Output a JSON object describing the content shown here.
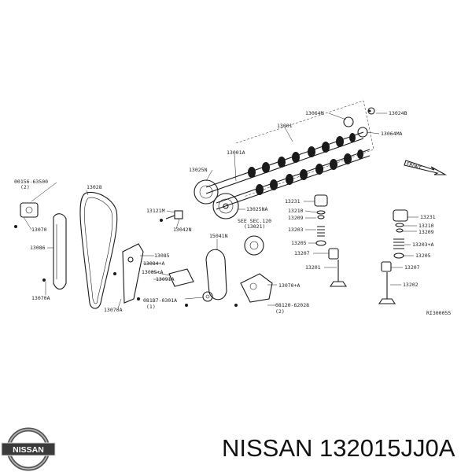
{
  "brand": "NISSAN",
  "caption": "NISSAN 132015JJ0A",
  "diagram_code": "RI300055",
  "front_label": "FRONT",
  "callouts": {
    "c13064m": "13064M",
    "c13024b": "13024B",
    "c13064ma": "13064MA",
    "c13001": "13001",
    "c13001a": "13001A",
    "c13025n": "13025N",
    "c13025na": "13025NA",
    "c00156": "00156-63500",
    "c00156q": "(2)",
    "c13028": "13028",
    "c13070": "13070",
    "c13086": "13086",
    "c13070a_l": "13070A",
    "c13070a_m": "13070A",
    "c13121m": "13121M",
    "c13042n": "13042N",
    "c13085": "13085",
    "c13085a": "13085+A",
    "c13091a": "13091A",
    "c13084a": "13084+A",
    "c081b7": "081B7-0301A",
    "c081b7q": "(1)",
    "c15041n": "15041N",
    "c_see": "SEE SEC.120",
    "c_see2": "(13021)",
    "c13070pa": "13070+A",
    "c08120": "08120-62028",
    "c08120q": "(2)",
    "c13231_m": "13231",
    "c13210_m": "13210",
    "c13209_m": "13209",
    "c13203_m": "13203",
    "c13205_m": "13205",
    "c13207_m": "13207",
    "c13201_m": "13201",
    "c13231_r": "13231",
    "c13210_r": "13210",
    "c13209_r": "13209",
    "c13203a_r": "13203+A",
    "c13205_r": "13205",
    "c13207_r": "13207",
    "c13202_r": "13202"
  }
}
